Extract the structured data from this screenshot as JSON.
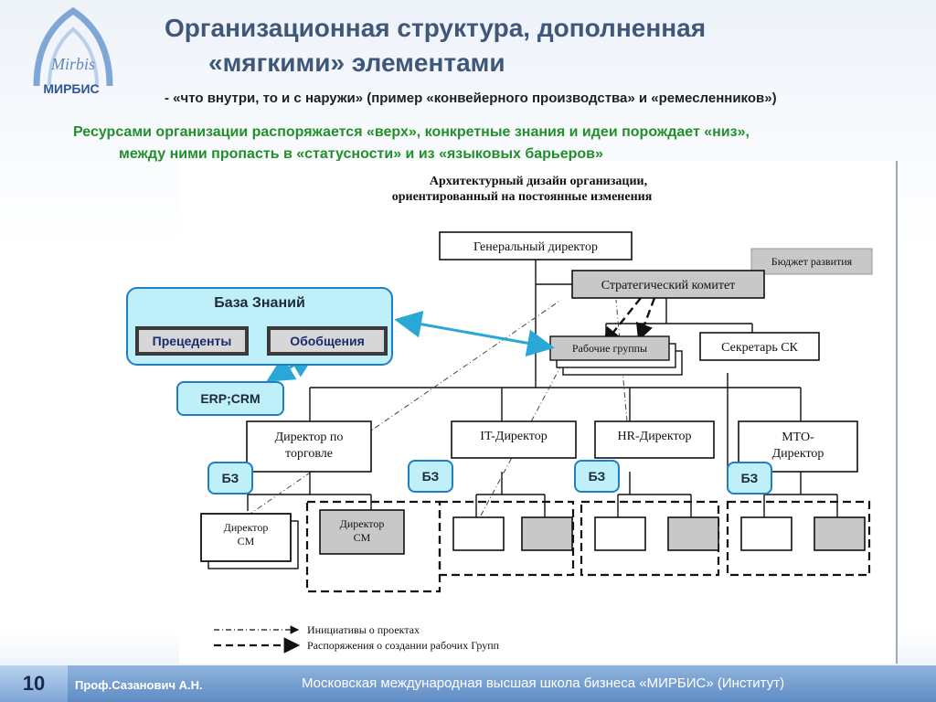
{
  "header": {
    "logo_script": "Mirbis",
    "logo_text": "МИРБИС",
    "title_line1": "Организационная структура, дополненная",
    "title_line2": "«мягкими» элементами",
    "subtitle": "- «что внутри, то и с наружи» (пример «конвейерного производства» и «ремесленников»)",
    "lead_line1": "Ресурсами организации распоряжается «верх», конкретные знания и идеи порождает «низ»,",
    "lead_line2": "между ними пропасть в «статусности» и из «языковых барьеров»"
  },
  "diagram": {
    "heading_line1": "Архитектурный дизайн организации,",
    "heading_line2": "ориентированный на постоянные изменения",
    "general_director": "Генеральный директор",
    "budget": "Бюджет развития",
    "strategic_committee": "Стратегический комитет",
    "working_groups": "Рабочие группы",
    "secretary": "Секретарь СК",
    "directors": [
      {
        "line1": "Директор по",
        "line2": "торговле"
      },
      {
        "line1": "IT-Директор",
        "line2": ""
      },
      {
        "line1": "HR-Директор",
        "line2": ""
      },
      {
        "line1": "МТО-",
        "line2": "Директор"
      }
    ],
    "sm_director_line1": "Директор",
    "sm_director_line2": "СМ",
    "legend_initiatives": "Инициативы о проектах",
    "legend_orders": "Распоряжения о создании рабочих Групп"
  },
  "knowledge_base": {
    "title": "База Знаний",
    "precedents": "Прецеденты",
    "generalizations": "Обобщения"
  },
  "erp": "ERP;CRM",
  "bz_label": "БЗ",
  "footer": {
    "page_number": "10",
    "author": "Проф.Сазанович А.Н.",
    "school": "Московская международная высшая школа бизнеса «МИРБИС» (Институт)"
  },
  "colors": {
    "title": "#3f5879",
    "lead": "#21902a",
    "accent_border": "#1f7fc4",
    "accent_fill": "#bfeff8",
    "gray_box": "#c8c8c8"
  }
}
